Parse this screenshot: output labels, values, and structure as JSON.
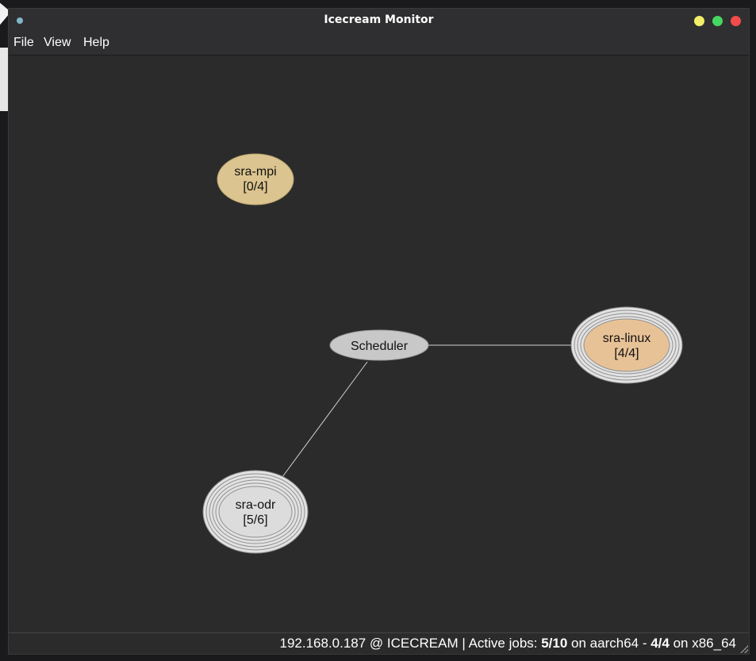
{
  "window": {
    "title": "Icecream Monitor"
  },
  "menu": {
    "file": "File",
    "view": "View",
    "help": "Help"
  },
  "graph": {
    "scheduler": {
      "label": "Scheduler"
    },
    "nodes": [
      {
        "id": "sra-mpi",
        "name": "sra-mpi",
        "jobs": "[0/4]",
        "connected": false,
        "rings": 0,
        "fill": "#dbc48f"
      },
      {
        "id": "sra-linux",
        "name": "sra-linux",
        "jobs": "[4/4]",
        "connected": true,
        "rings": 4,
        "fill": "#e8c297"
      },
      {
        "id": "sra-odr",
        "name": "sra-odr",
        "jobs": "[5/6]",
        "connected": true,
        "rings": 5,
        "fill": "#dcdcdc"
      }
    ],
    "colors": {
      "scheduler_fill": "#c8c8c8",
      "ring_fill": "#e2e2e2",
      "ring_stroke": "#909090",
      "edge": "#d0d0d0"
    }
  },
  "status": {
    "host": "192.168.0.187 @ ICECREAM",
    "separator": " | Active jobs: ",
    "aarch64_jobs": "5/10",
    "aarch64_suffix": " on aarch64 - ",
    "x86_jobs": "4/4",
    "x86_suffix": " on x86_64"
  }
}
